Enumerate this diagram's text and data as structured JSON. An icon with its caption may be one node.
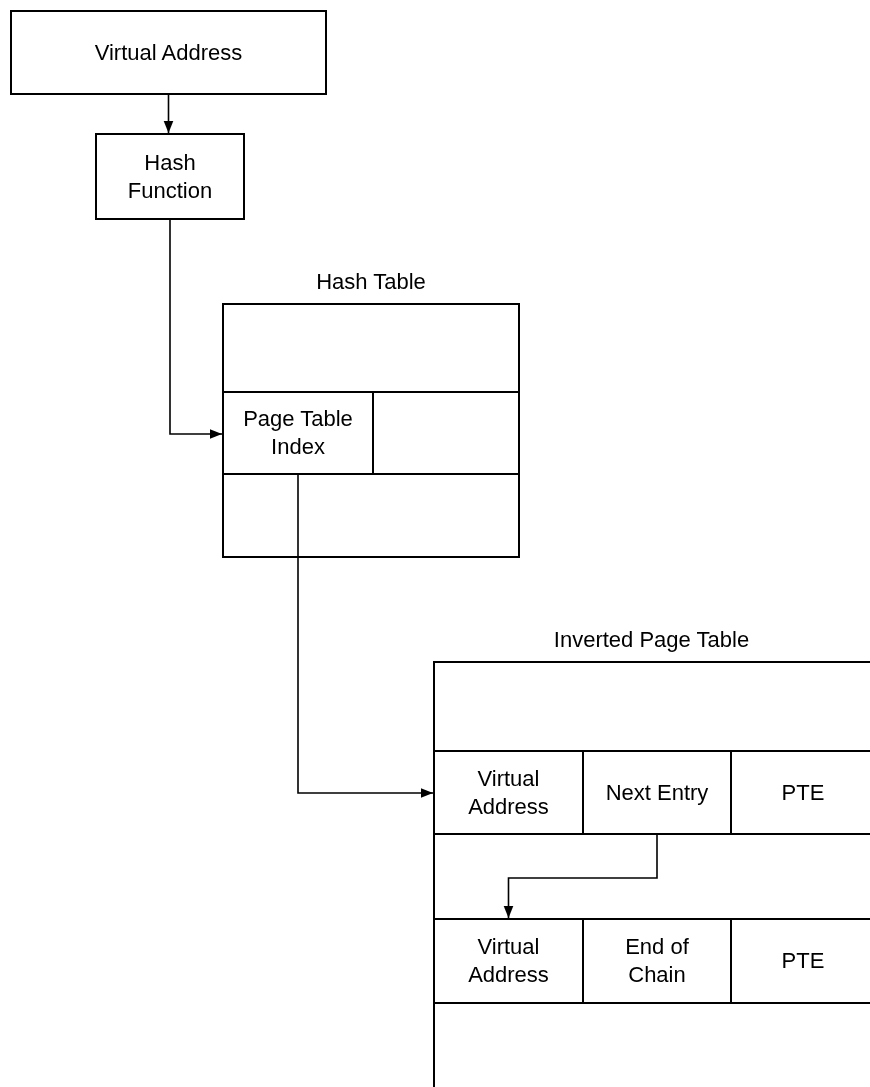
{
  "diagram": {
    "nodes": [
      {
        "text": [
          "Virtual Address"
        ]
      },
      {
        "text": [
          "Hash Function"
        ]
      },
      {
        "text": [
          "Hash Table"
        ]
      },
      {
        "text": [
          "Page Table Index"
        ],
        "in": 2
      },
      {
        "text": [
          "Inverted Page Table"
        ]
      },
      {
        "text": [
          "Virtual Address"
        ],
        "in": 4
      },
      {
        "text": [
          "Next Entry"
        ],
        "in": 4
      },
      {
        "text": [
          "PTE"
        ],
        "in": 4
      },
      {
        "text": [
          "Virtual Address"
        ],
        "in": 4
      },
      {
        "text": [
          "End of Chain"
        ],
        "in": 4
      },
      {
        "text": [
          "PTE"
        ],
        "in": 4
      }
    ],
    "edges": [
      {
        "from": 0,
        "to": 1,
        "arrow": "to"
      },
      {
        "from": 1,
        "to": 3,
        "arrow": "to"
      },
      {
        "from": 3,
        "to": 5,
        "arrow": "to"
      },
      {
        "from": 6,
        "to": 8,
        "arrow": "to"
      }
    ]
  }
}
